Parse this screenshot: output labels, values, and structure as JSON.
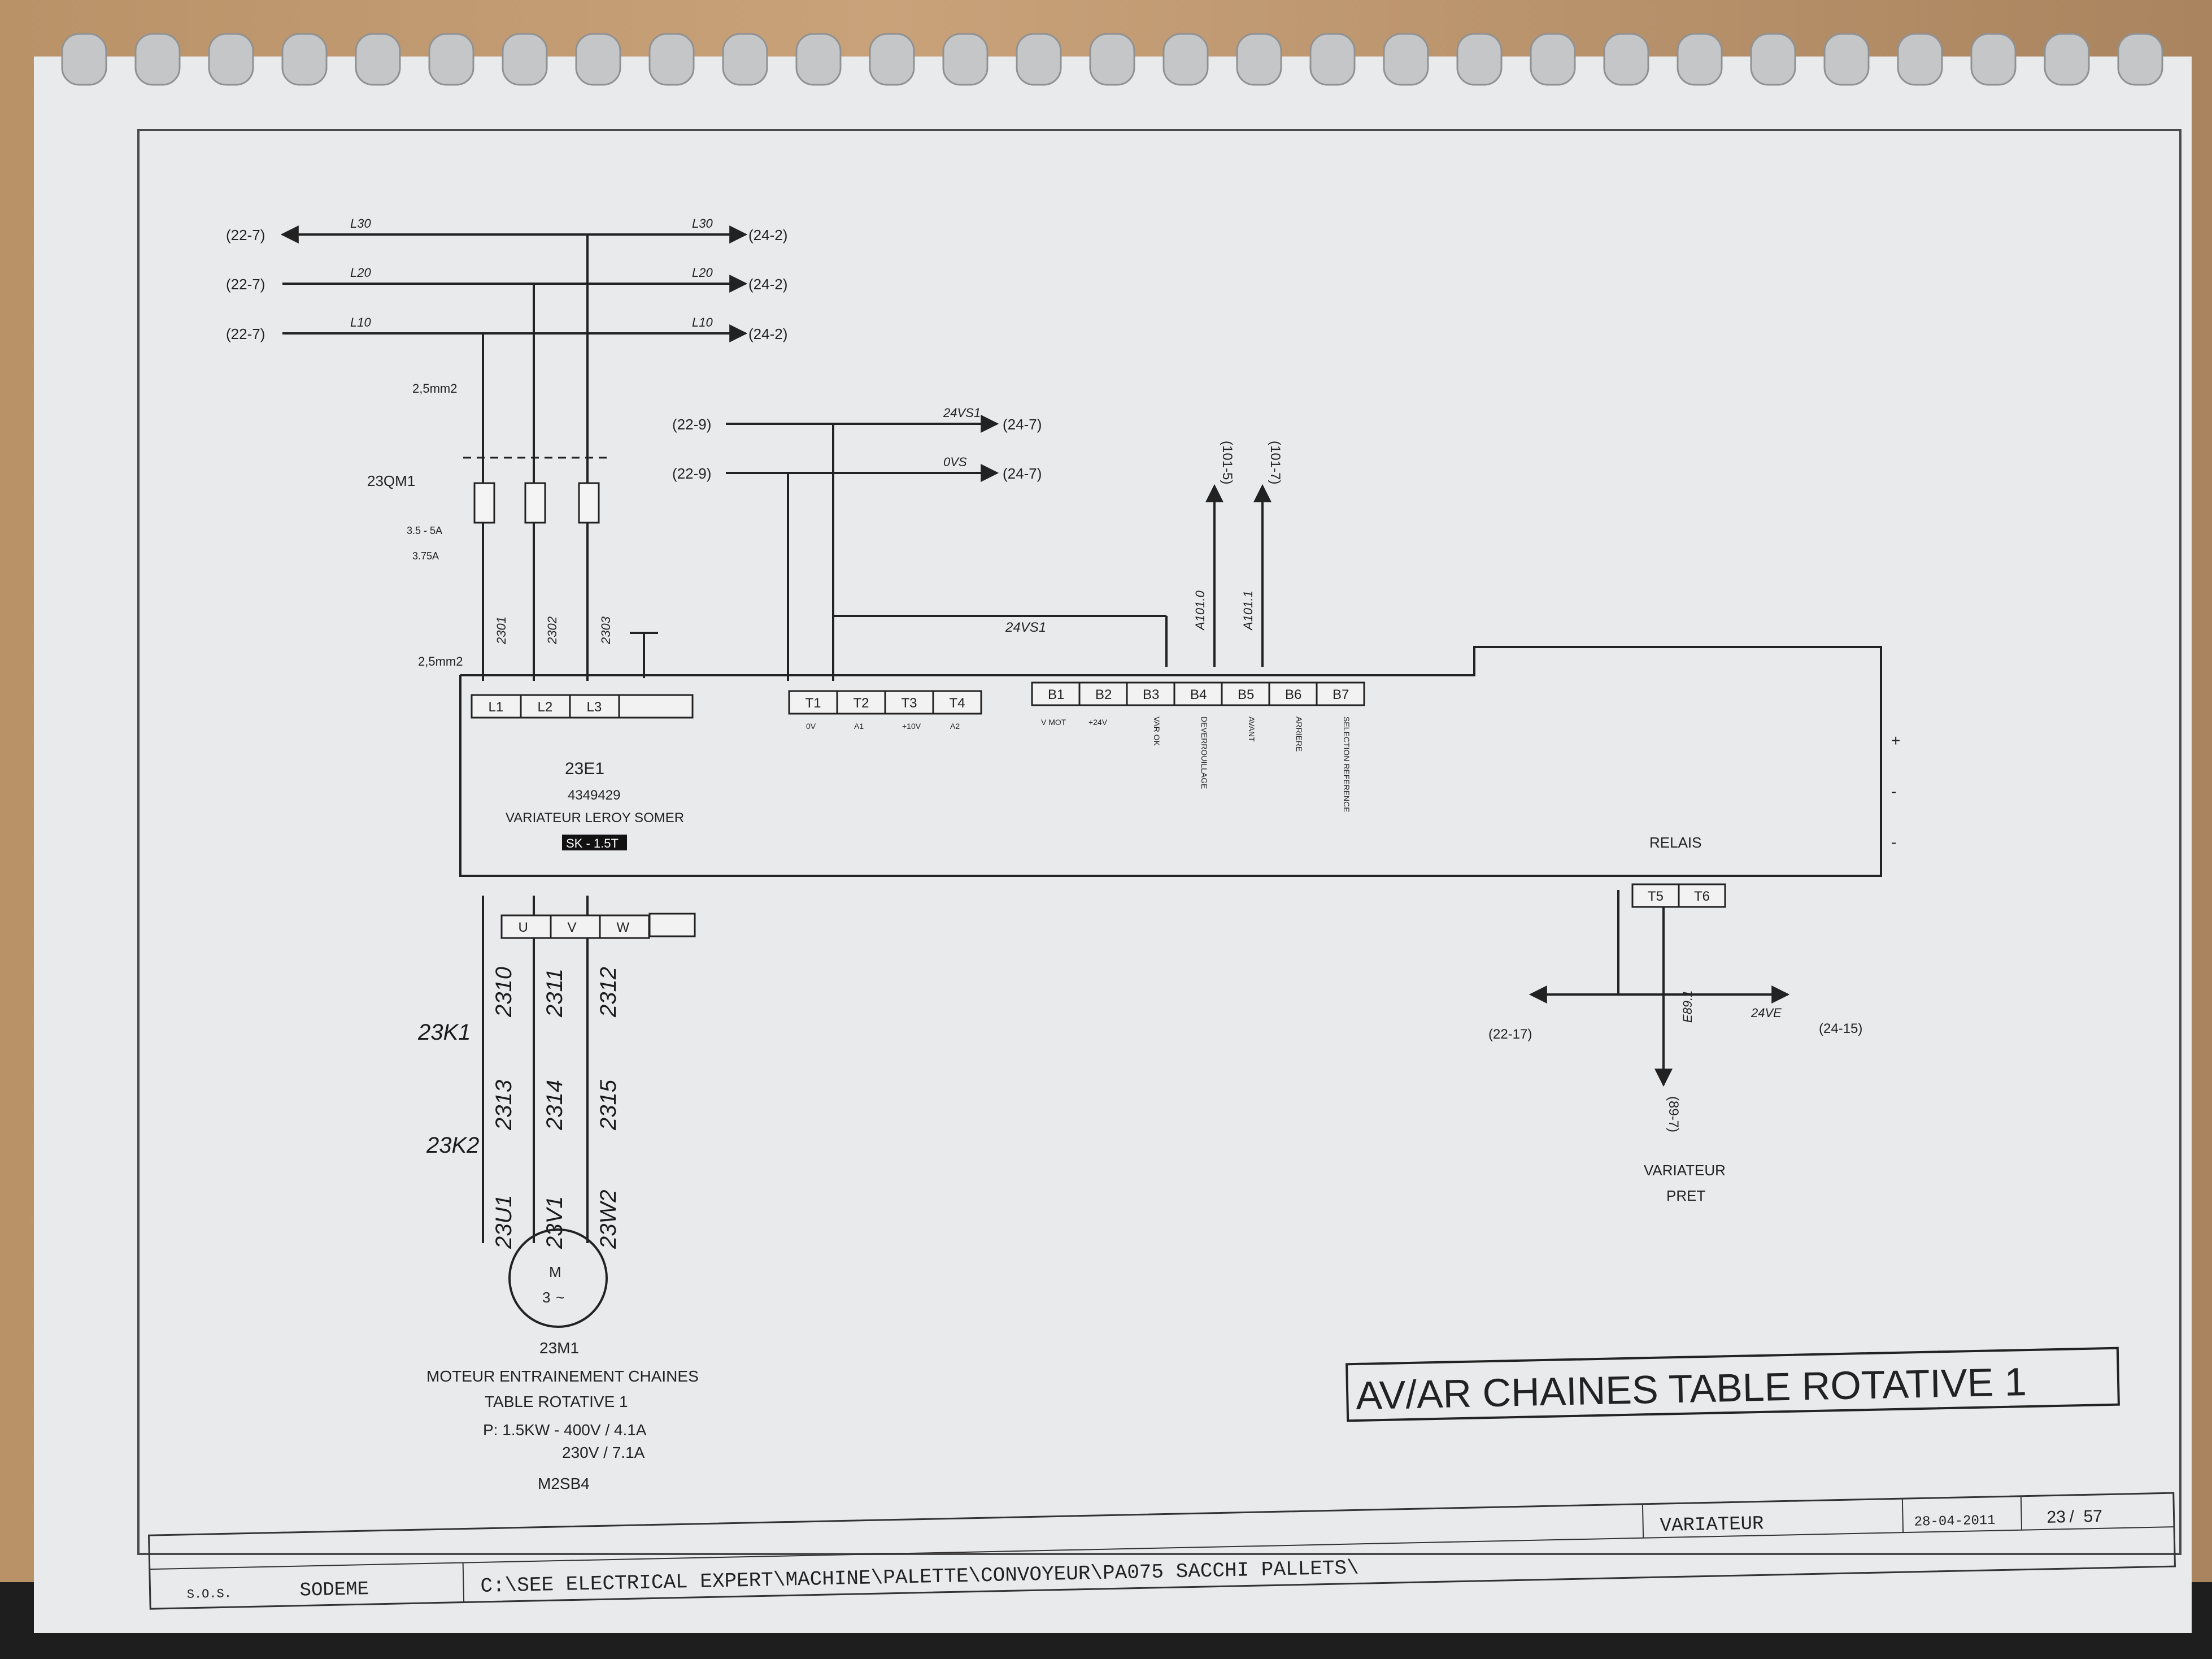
{
  "colors": {
    "paper": "#e9eaec",
    "ink": "#222222",
    "frame": "#4a4a4a",
    "binder": "#c4c6c8"
  },
  "top_lines": [
    {
      "in_ref": "(22-7)",
      "label_left": "L30",
      "label_right": "L30",
      "out_ref": "(24-2)"
    },
    {
      "in_ref": "(22-7)",
      "label_left": "L20",
      "label_right": "L20",
      "out_ref": "(24-2)"
    },
    {
      "in_ref": "(22-7)",
      "label_left": "L10",
      "label_right": "L10",
      "out_ref": "(24-2)"
    }
  ],
  "cable_top": "2,5mm2",
  "cable_bottom": "2,5mm2",
  "breaker": {
    "name": "23QM1",
    "range": "3.5 - 5A",
    "setting": "3.75A"
  },
  "wires_upper": [
    "2301",
    "2302",
    "2303"
  ],
  "signal_lines": [
    {
      "in_ref": "(22-9)",
      "label": "24VS1",
      "out_ref": "(24-7)"
    },
    {
      "in_ref": "(22-9)",
      "label": "0VS",
      "out_ref": "(24-7)"
    }
  ],
  "link_label": "24VS1",
  "vertical_refs": [
    {
      "ref": "(101-5)",
      "wire": "A101.0"
    },
    {
      "ref": "(101-7)",
      "wire": "A101.1"
    }
  ],
  "drive": {
    "id": "23E1",
    "ref": "4349429",
    "name": "VARIATEUR LEROY SOMER",
    "model": "SK - 1.5T",
    "power_terminals": [
      "L1",
      "L2",
      "L3"
    ],
    "analog_terminals": [
      {
        "t": "T1",
        "sub": "0V"
      },
      {
        "t": "T2",
        "sub": "A1"
      },
      {
        "t": "T3",
        "sub": "+10V"
      },
      {
        "t": "T4",
        "sub": "A2"
      }
    ],
    "digital_terminals": [
      {
        "t": "B1",
        "sub": "V MOT"
      },
      {
        "t": "B2",
        "sub": "+24V"
      },
      {
        "t": "B3",
        "sub": "VAR OK"
      },
      {
        "t": "B4",
        "sub": "DEVERROUILLAGE"
      },
      {
        "t": "B5",
        "sub": "AVANT"
      },
      {
        "t": "B6",
        "sub": "ARRIERE"
      },
      {
        "t": "B7",
        "sub": "SELECTION REFERENCE"
      }
    ],
    "output_terminals": [
      "U",
      "V",
      "W"
    ],
    "relay_label": "RELAIS",
    "relay_terminals": [
      "T5",
      "T6"
    ],
    "side_marks": [
      "+",
      "-",
      "-"
    ]
  },
  "relay_output": {
    "in_ref": "(22-17)",
    "label": "24VE",
    "out_ref": "(24-15)",
    "wire": "E89.1",
    "down_ref": "(89-7)",
    "caption_1": "VARIATEUR",
    "caption_2": "PRET"
  },
  "handwritten": {
    "wires_a": [
      "2310",
      "2311",
      "2312"
    ],
    "contactor_1": "23K1",
    "wires_b": [
      "2313",
      "2314",
      "2315"
    ],
    "contactor_2": "23K2",
    "wires_c": [
      "23U1",
      "23V1",
      "23W2"
    ]
  },
  "motor": {
    "symbol_m": "M",
    "symbol_3": "3",
    "id": "23M1",
    "desc_1": "MOTEUR ENTRAINEMENT CHAINES",
    "desc_2": "TABLE ROTATIVE 1",
    "power_1": "P: 1.5KW - 400V / 4.1A",
    "power_2": "230V / 7.1A",
    "frame": "M2SB4"
  },
  "title_box": "AV/AR CHAINES TABLE ROTATIVE 1",
  "title_block": {
    "section": "VARIATEUR",
    "date": "28-04-2011",
    "page": "23",
    "total": "57",
    "company_prefix": "S.O.S.",
    "company": "SODEME",
    "path": "C:\\SEE ELECTRICAL EXPERT\\MACHINE\\PALETTE\\CONVOYEUR\\PA075 SACCHI PALLETS\\"
  }
}
